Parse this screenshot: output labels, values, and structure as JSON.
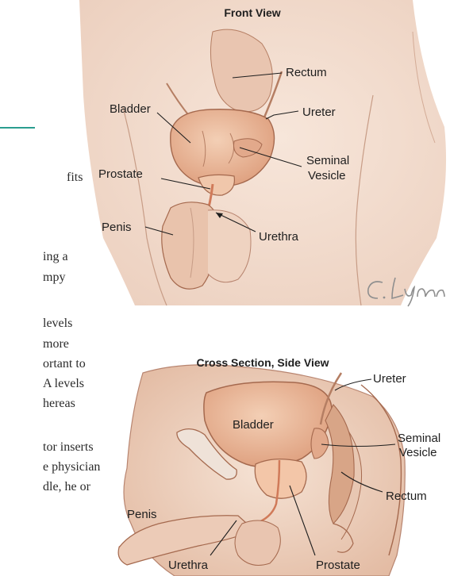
{
  "side_text": {
    "lines": [
      "fits",
      "ing a",
      "mpy",
      "levels",
      "more",
      "ortant to",
      "A levels",
      "hereas",
      "tor inserts",
      "e physician",
      "dle, he or"
    ]
  },
  "front_view": {
    "title": "Front View",
    "labels": {
      "rectum": "Rectum",
      "bladder": "Bladder",
      "ureter": "Ureter",
      "seminal_vesicle_line1": "Seminal",
      "seminal_vesicle_line2": "Vesicle",
      "prostate": "Prostate",
      "penis": "Penis",
      "urethra": "Urethra"
    },
    "signature": "C. Lynm"
  },
  "cross_section": {
    "title": "Cross Section, Side View",
    "labels": {
      "ureter": "Ureter",
      "bladder": "Bladder",
      "seminal_vesicle_line1": "Seminal",
      "seminal_vesicle_line2": "Vesicle",
      "rectum": "Rectum",
      "penis": "Penis",
      "urethra": "Urethra",
      "prostate": "Prostate"
    }
  },
  "colors": {
    "skin": "#f4e2d6",
    "organ": "#eab89a",
    "organ_dark": "#d58c6b",
    "outline": "#a5694e",
    "accent": "#2a9d8f"
  }
}
